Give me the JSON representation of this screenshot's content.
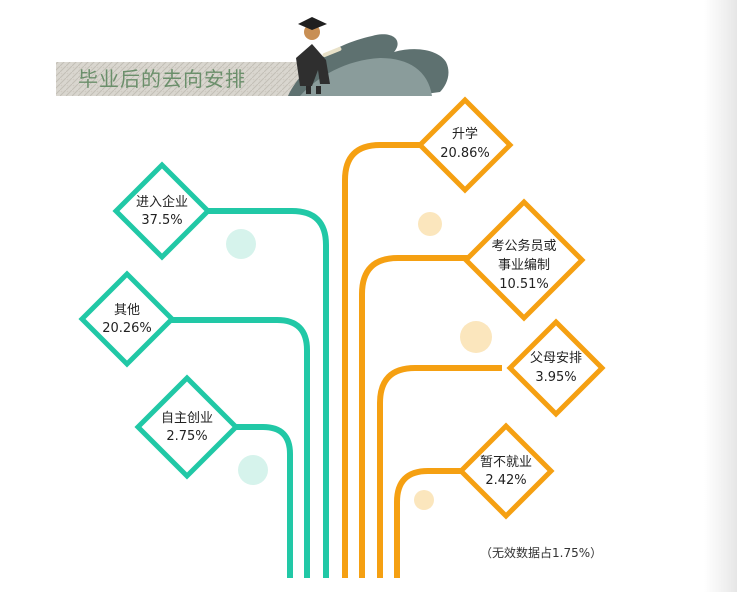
{
  "banner": {
    "title": "毕业后的去向安排"
  },
  "footnote": "（无效数据占1.75%）",
  "colors": {
    "teal": "#21c8a6",
    "orange": "#f5a012",
    "teal_dot": "#d6f3ec",
    "orange_dot": "#fbe6bd"
  },
  "chart_data": {
    "type": "tree-infographic",
    "title": "毕业后的去向安排",
    "unit": "%",
    "categories": [
      {
        "name": "进入企业",
        "value": 37.5,
        "label": "37.5%",
        "branch": "left",
        "color": "teal"
      },
      {
        "name": "其他",
        "value": 20.26,
        "label": "20.26%",
        "branch": "left",
        "color": "teal"
      },
      {
        "name": "自主创业",
        "value": 2.75,
        "label": "2.75%",
        "branch": "left",
        "color": "teal"
      },
      {
        "name": "升学",
        "value": 20.86,
        "label": "20.86%",
        "branch": "right",
        "color": "orange"
      },
      {
        "name": "考公务员或事业编制",
        "name_lines": [
          "考公务员或",
          "事业编制"
        ],
        "value": 10.51,
        "label": "10.51%",
        "branch": "right",
        "color": "orange"
      },
      {
        "name": "父母安排",
        "value": 3.95,
        "label": "3.95%",
        "branch": "right",
        "color": "orange"
      },
      {
        "name": "暂不就业",
        "value": 2.42,
        "label": "2.42%",
        "branch": "right",
        "color": "orange"
      }
    ],
    "invalid_data": {
      "value": 1.75,
      "label": "无效数据占1.75%"
    }
  }
}
